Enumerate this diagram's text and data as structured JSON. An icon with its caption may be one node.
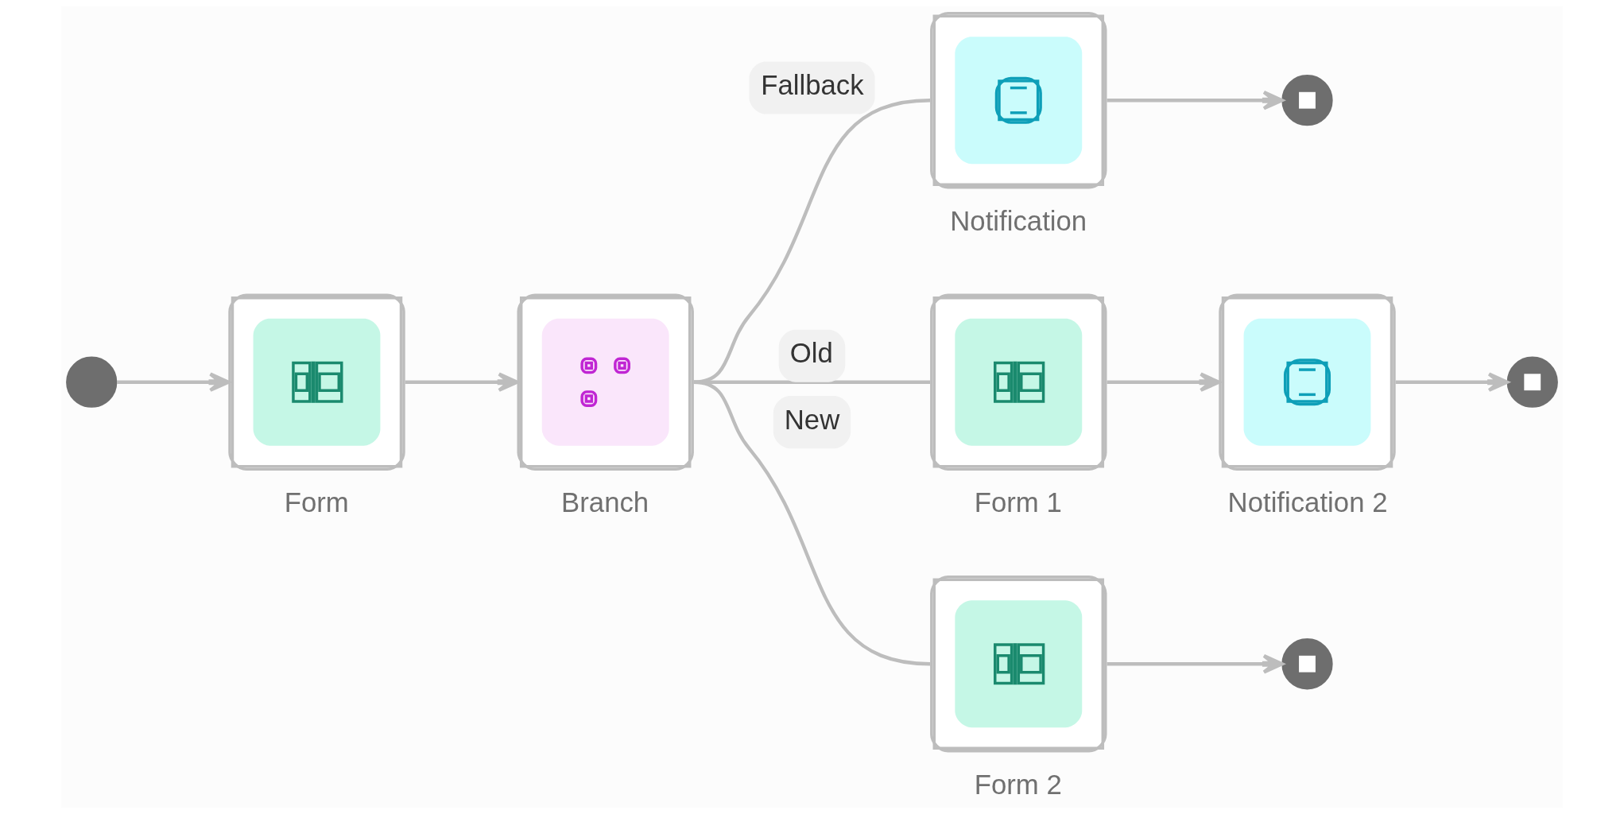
{
  "diagram": {
    "nodes": [
      {
        "text": [],
        "shape": "circle"
      },
      {
        "text": [
          "Form"
        ]
      },
      {
        "text": [
          "Branch"
        ]
      },
      {
        "text": [
          "Notification"
        ]
      },
      {
        "text": [
          "Form 1"
        ]
      },
      {
        "text": [
          "Notification 2"
        ]
      },
      {
        "text": [
          "Form 2"
        ]
      },
      {
        "text": [],
        "shape": "circle"
      },
      {
        "text": [],
        "shape": "circle"
      },
      {
        "text": [],
        "shape": "circle"
      }
    ],
    "edges": [
      {
        "from": 0,
        "to": 1,
        "arrow": "to"
      },
      {
        "from": 1,
        "to": 2,
        "arrow": "to"
      },
      {
        "from": 2,
        "to": 3,
        "label": "Fallback",
        "arrow": "none"
      },
      {
        "from": 2,
        "to": 4,
        "label": "Old",
        "arrow": "none"
      },
      {
        "from": 2,
        "to": 6,
        "label": "New",
        "arrow": "none"
      },
      {
        "from": 3,
        "to": 7,
        "arrow": "to"
      },
      {
        "from": 4,
        "to": 5,
        "arrow": "to"
      },
      {
        "from": 5,
        "to": 8,
        "arrow": "to"
      },
      {
        "from": 6,
        "to": 9,
        "arrow": "to"
      }
    ]
  }
}
